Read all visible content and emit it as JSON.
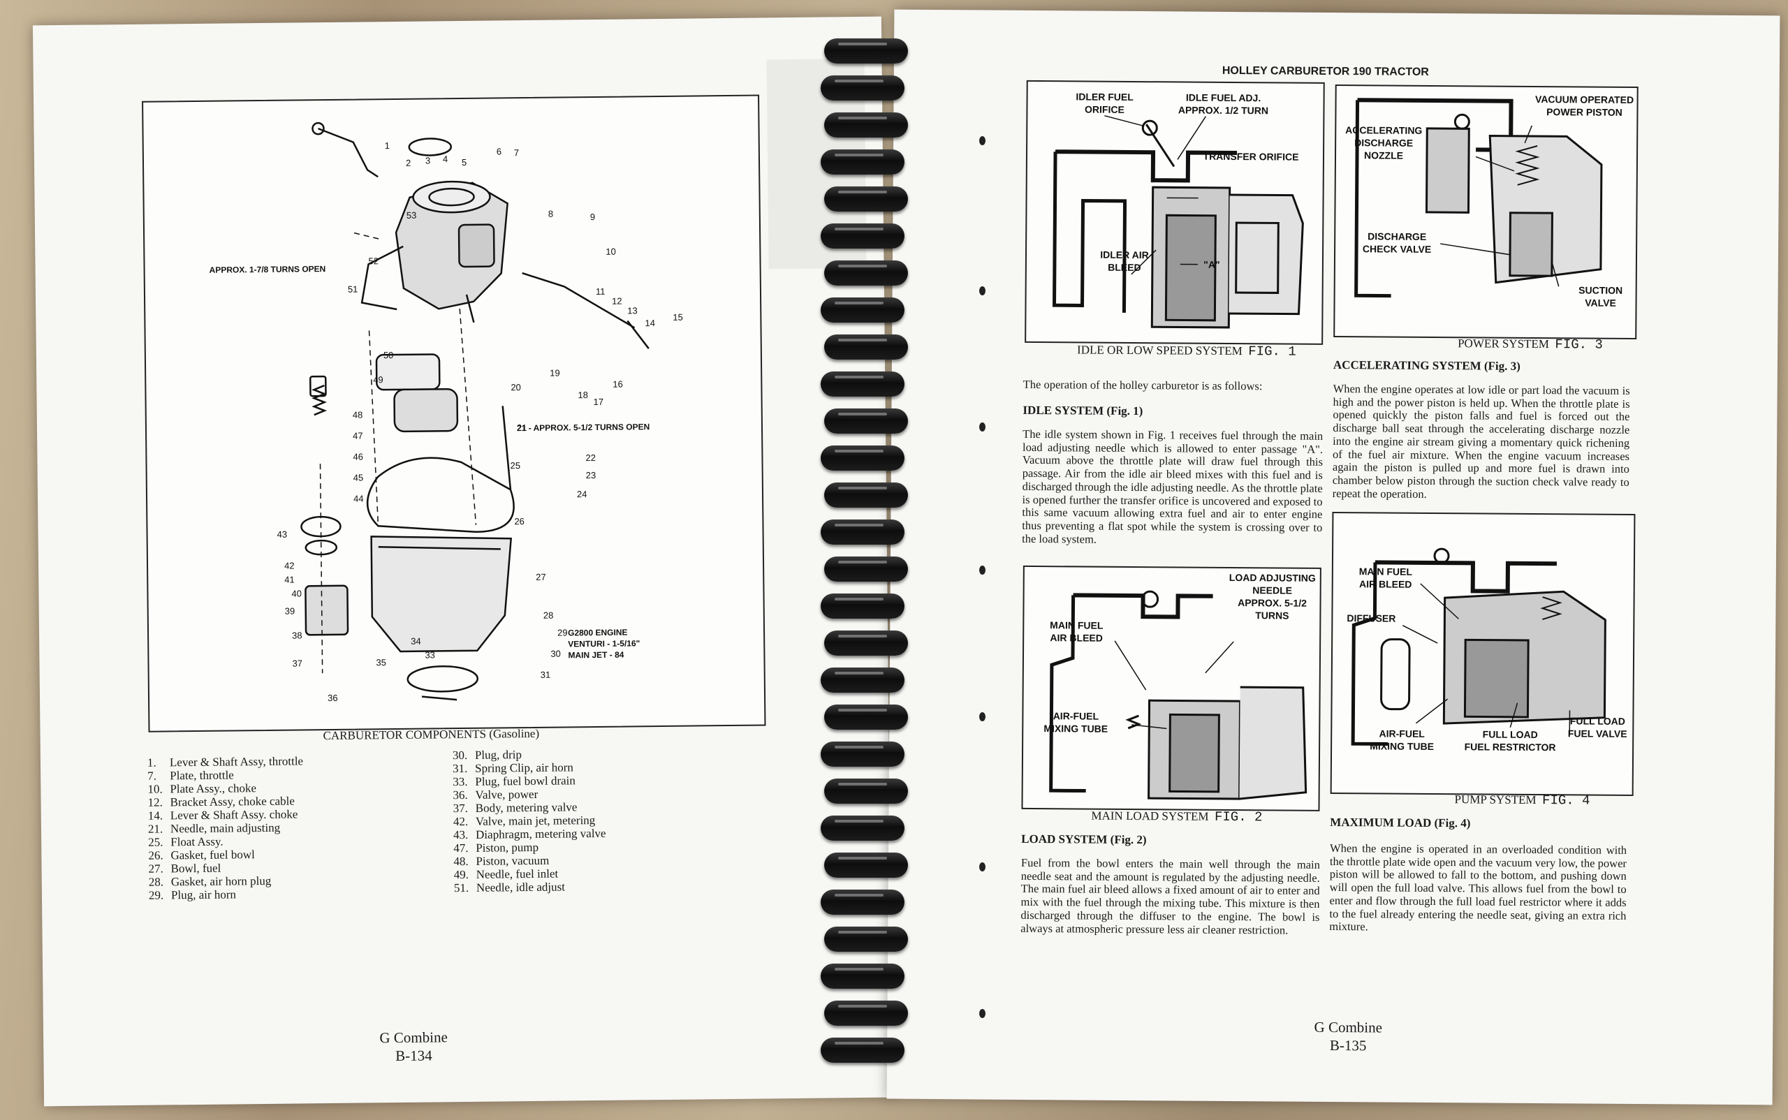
{
  "left_page": {
    "figure": {
      "caption": "CARBURETOR COMPONENTS (Gasoline)",
      "callouts": [
        "1",
        "2",
        "3",
        "4",
        "5",
        "6",
        "7",
        "8",
        "9",
        "10",
        "11",
        "12",
        "13",
        "14",
        "15",
        "16",
        "17",
        "18",
        "19",
        "20",
        "21",
        "22",
        "23",
        "24",
        "25",
        "26",
        "27",
        "28",
        "29",
        "30",
        "31",
        "33",
        "34",
        "35",
        "36",
        "37",
        "38",
        "39",
        "40",
        "41",
        "42",
        "43",
        "44",
        "45",
        "46",
        "47",
        "48",
        "49",
        "50",
        "51",
        "52",
        "53"
      ],
      "note_idle": "APPROX. 1-7/8 TURNS OPEN",
      "note_21": "21 - APPROX. 5-1/2 TURNS OPEN",
      "engine_note": [
        "G2800 ENGINE",
        "VENTURI - 1-5/16\"",
        "MAIN JET - 84"
      ]
    },
    "parts_col1": [
      {
        "num": "1.",
        "name": "Lever & Shaft Assy, throttle"
      },
      {
        "num": "7.",
        "name": "Plate, throttle"
      },
      {
        "num": "10.",
        "name": "Plate Assy., choke"
      },
      {
        "num": "12.",
        "name": "Bracket Assy, choke cable"
      },
      {
        "num": "14.",
        "name": "Lever & Shaft Assy. choke"
      },
      {
        "num": "21.",
        "name": "Needle, main adjusting"
      },
      {
        "num": "25.",
        "name": "Float Assy."
      },
      {
        "num": "26.",
        "name": "Gasket, fuel bowl"
      },
      {
        "num": "27.",
        "name": "Bowl, fuel"
      },
      {
        "num": "28.",
        "name": "Gasket, air horn plug"
      },
      {
        "num": "29.",
        "name": "Plug, air horn"
      }
    ],
    "parts_col2": [
      {
        "num": "30.",
        "name": "Plug, drip"
      },
      {
        "num": "31.",
        "name": "Spring Clip, air horn"
      },
      {
        "num": "33.",
        "name": "Plug, fuel bowl drain"
      },
      {
        "num": "36.",
        "name": "Valve, power"
      },
      {
        "num": "37.",
        "name": "Body, metering valve"
      },
      {
        "num": "42.",
        "name": "Valve, main jet, metering"
      },
      {
        "num": "43.",
        "name": "Diaphragm, metering valve"
      },
      {
        "num": "47.",
        "name": "Piston, pump"
      },
      {
        "num": "48.",
        "name": "Piston, vacuum"
      },
      {
        "num": "49.",
        "name": "Needle, fuel inlet"
      },
      {
        "num": "51.",
        "name": "Needle, idle adjust"
      }
    ],
    "footer": {
      "line1": "G Combine",
      "line2": "B-134"
    }
  },
  "right_page": {
    "header": "HOLLEY CARBURETOR 190 TRACTOR",
    "fig1": {
      "caption_a": "IDLE OR LOW SPEED SYSTEM",
      "caption_b": "FIG. 1",
      "labels": {
        "idler_fuel": [
          "IDLER FUEL",
          "ORIFICE"
        ],
        "idle_adj": [
          "IDLE FUEL ADJ.",
          "APPROX. 1/2 TURN"
        ],
        "transfer": "TRANSFER ORIFICE",
        "a": "\"A\"",
        "idler_air": [
          "IDLER AIR",
          "BLEED"
        ]
      }
    },
    "fig2": {
      "caption_a": "MAIN LOAD SYSTEM",
      "caption_b": "FIG. 2",
      "labels": {
        "load_adj": [
          "LOAD ADJUSTING",
          "NEEDLE",
          "APPROX. 5-1/2",
          "TURNS"
        ],
        "main_fuel": [
          "MAIN FUEL",
          "AIR BLEED"
        ],
        "mixing": [
          "AIR-FUEL",
          "MIXING TUBE"
        ]
      }
    },
    "fig3": {
      "caption_a": "POWER SYSTEM",
      "caption_b": "FIG. 3",
      "labels": {
        "vacuum": [
          "VACUUM OPERATED",
          "POWER PISTON"
        ],
        "accel": [
          "ACCELERATING",
          "DISCHARGE",
          "NOZZLE"
        ],
        "discharge": [
          "DISCHARGE",
          "CHECK VALVE"
        ],
        "suction": [
          "SUCTION",
          "VALVE"
        ]
      }
    },
    "fig4": {
      "caption_a": "PUMP SYSTEM",
      "caption_b": "FIG. 4",
      "labels": {
        "main_fuel": [
          "MAIN FUEL",
          "AIR BLEED"
        ],
        "diffuser": "DIFFUSER",
        "mixing": [
          "AIR-FUEL",
          "MIXING TUBE"
        ],
        "restrictor": [
          "FULL LOAD",
          "FUEL RESTRICTOR"
        ],
        "full_valve": [
          "FULL LOAD",
          "FUEL VALVE"
        ]
      }
    },
    "intro": "The operation of the holley carburetor is as follows:",
    "idle_heading": "IDLE SYSTEM (Fig. 1)",
    "idle_text": "The idle system shown in Fig. 1 receives fuel through the main load adjusting needle which is allowed to enter passage \"A\". Vacuum above the throttle plate will draw fuel through this passage. Air from the idle air bleed mixes with this fuel and is discharged through the idle adjusting needle. As the throttle plate is opened further the transfer orifice is uncovered and exposed to this same vacuum allowing extra fuel and air to enter engine thus preventing a flat spot while the system is crossing over to the load system.",
    "load_heading": "LOAD SYSTEM (Fig. 2)",
    "load_text": "Fuel from the bowl enters the main well through the main needle seat and the amount is regulated by the adjusting needle. The main fuel air bleed allows a fixed amount of air to enter and mix with the fuel through the mixing tube. This mixture is then discharged through the diffuser to the engine. The bowl is always at atmospheric pressure less air cleaner restriction.",
    "accel_heading": "ACCELERATING SYSTEM (Fig. 3)",
    "accel_text": "When the engine operates at low idle or part load the vacuum is high and the power piston is held up. When the throttle plate is opened quickly the piston falls and fuel is forced out the discharge ball seat through the accelerating discharge nozzle into the engine air stream giving a momentary quick richening of the fuel air mixture. When the engine vacuum increases again the piston is pulled up and more fuel is drawn into chamber below piston through the suction check valve ready to repeat the operation.",
    "max_heading": "MAXIMUM LOAD (Fig. 4)",
    "max_text": "When the engine is operated in an overloaded condition with the throttle plate wide open and the vacuum very low, the power piston will be allowed to fall to the bottom, and pushing down will open the full load valve. This allows fuel from the bowl to enter and flow through the full load fuel restrictor where it adds to the fuel already entering the needle seat, giving an extra rich mixture.",
    "footer": {
      "line1": "G Combine",
      "line2": "B-135"
    }
  }
}
